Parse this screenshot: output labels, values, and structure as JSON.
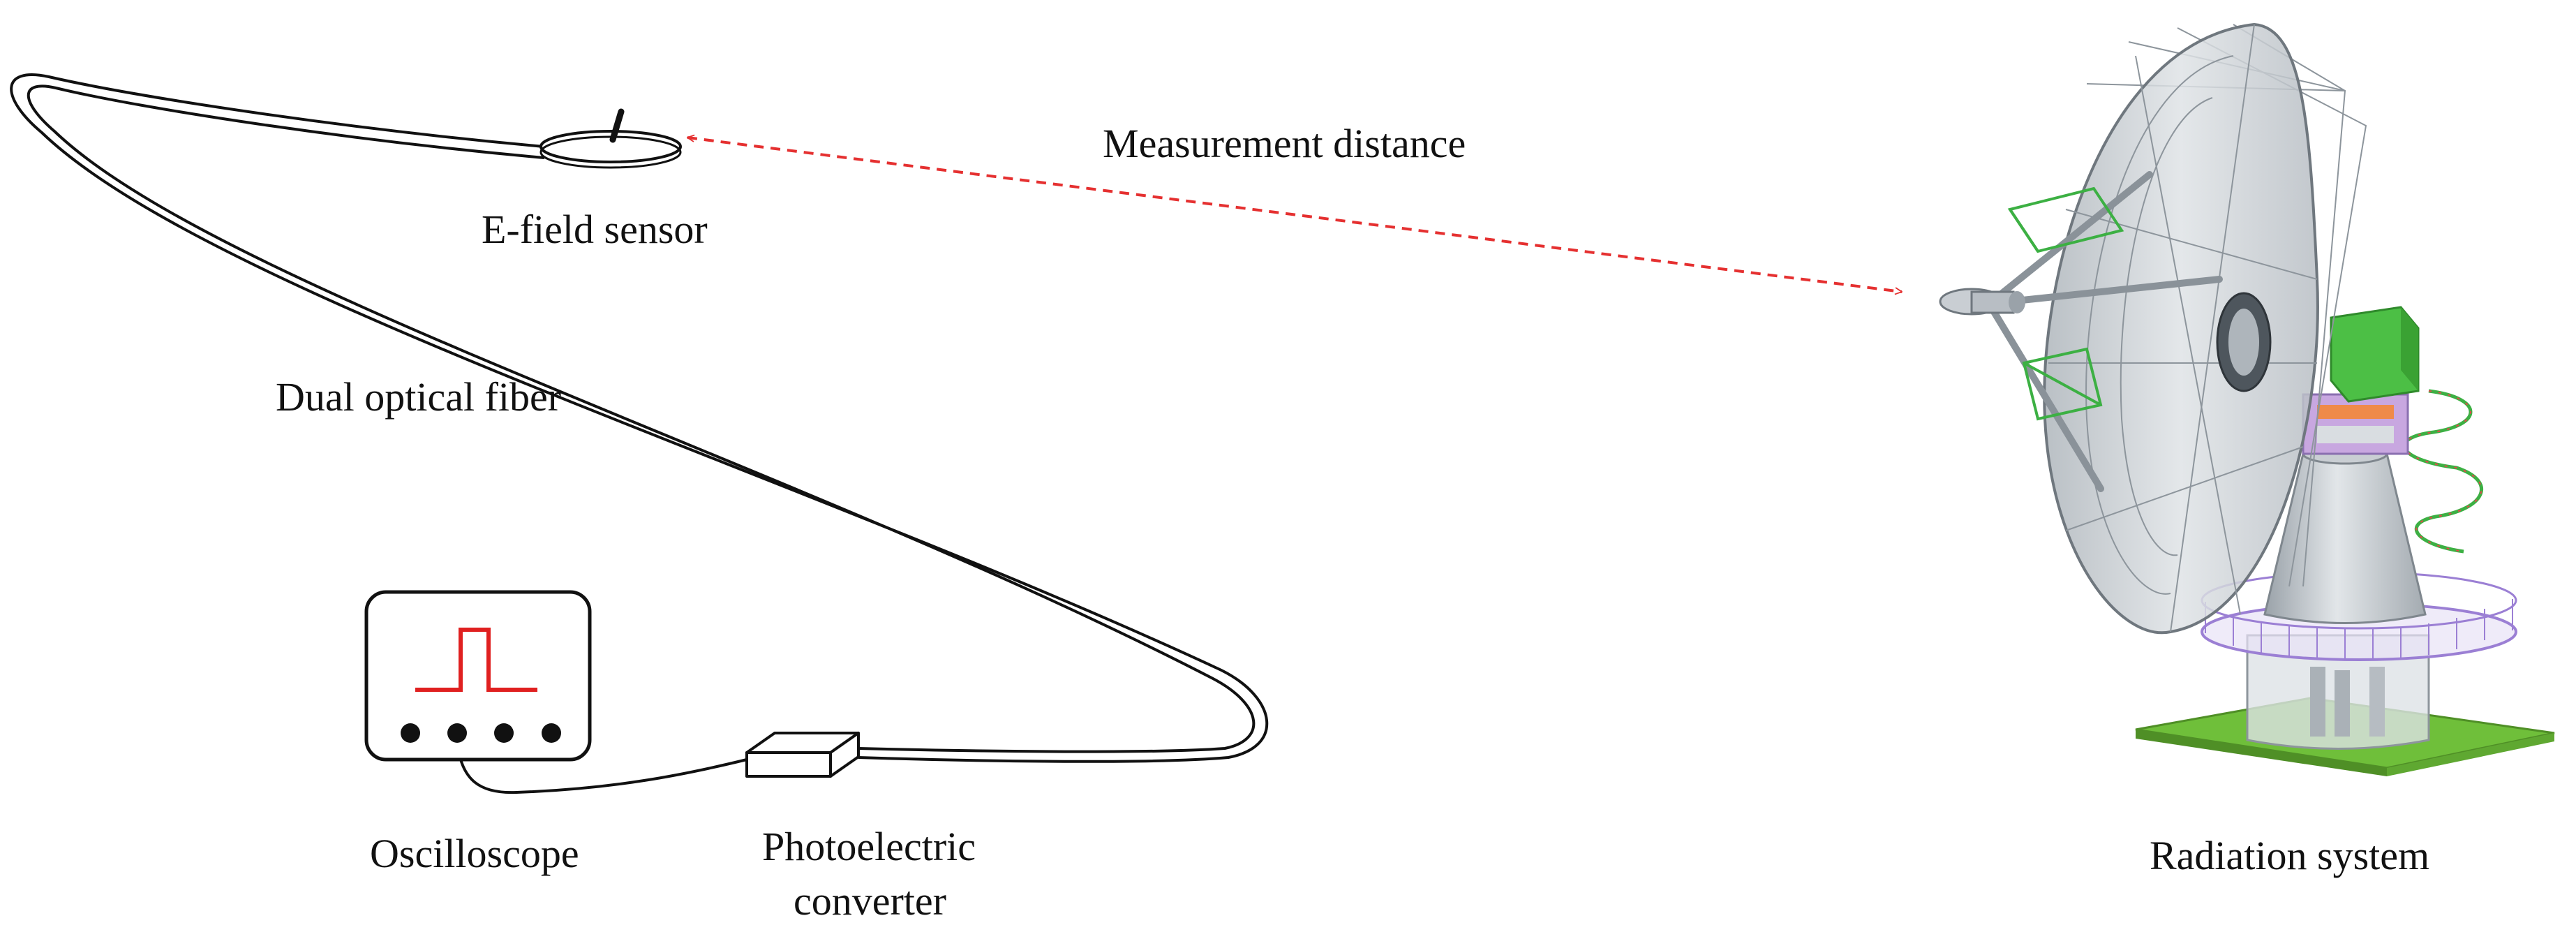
{
  "labels": {
    "efield_sensor": "E-field sensor",
    "measurement_distance": "Measurement distance",
    "dual_optical_fiber": "Dual optical fiber",
    "oscilloscope": "Oscilloscope",
    "photoelectric_line1": "Photoelectric",
    "photoelectric_line2": "converter",
    "radiation_system": "Radiation system"
  },
  "colors": {
    "line": "#111111",
    "pulse": "#e02020",
    "distance_arrow": "#e53030",
    "dish": "#c9ced3",
    "dish_wire": "#8d959c",
    "frame_green": "#3cb043",
    "tower": "#c4cad0",
    "ground": "#6fbf3a",
    "railing": "#9b7fd4"
  }
}
